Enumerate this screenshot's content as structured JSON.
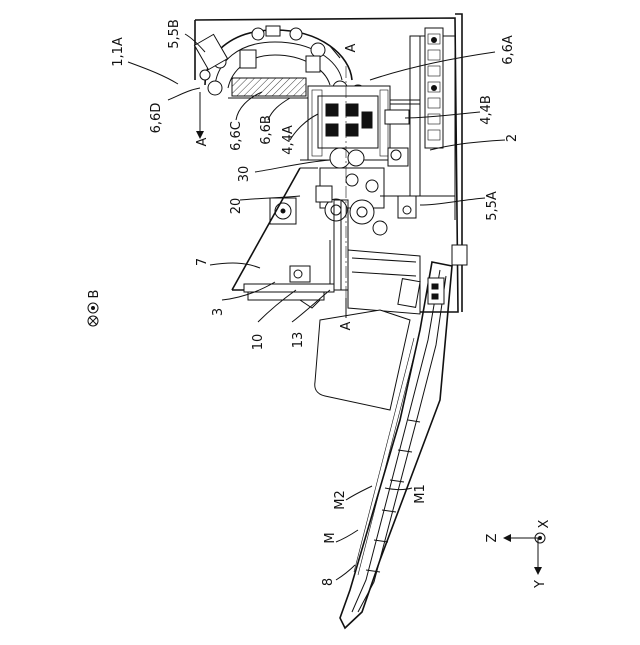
{
  "labels": {
    "l_1_1a": "1,1A",
    "l_5_5b": "5,5B",
    "l_a_top": "A",
    "l_6_6a": "6,6A",
    "l_6_6d": "6,6D",
    "l_a_left": "A",
    "l_6_6c": "6,6C",
    "l_6_6b": "6,6B",
    "l_4_4a": "4,4A",
    "l_4_4b": "4,4B",
    "l_2": "2",
    "l_30": "30",
    "l_20": "20",
    "l_5_5a": "5,5A",
    "l_7": "7",
    "l_3": "3",
    "l_10": "10",
    "l_13": "13",
    "l_a_bottom": "A",
    "l_b": "B",
    "l_m2": "M2",
    "l_m1": "M1",
    "l_m": "M",
    "l_8": "8",
    "l_z": "Z",
    "l_x": "X",
    "l_y": "Y"
  }
}
